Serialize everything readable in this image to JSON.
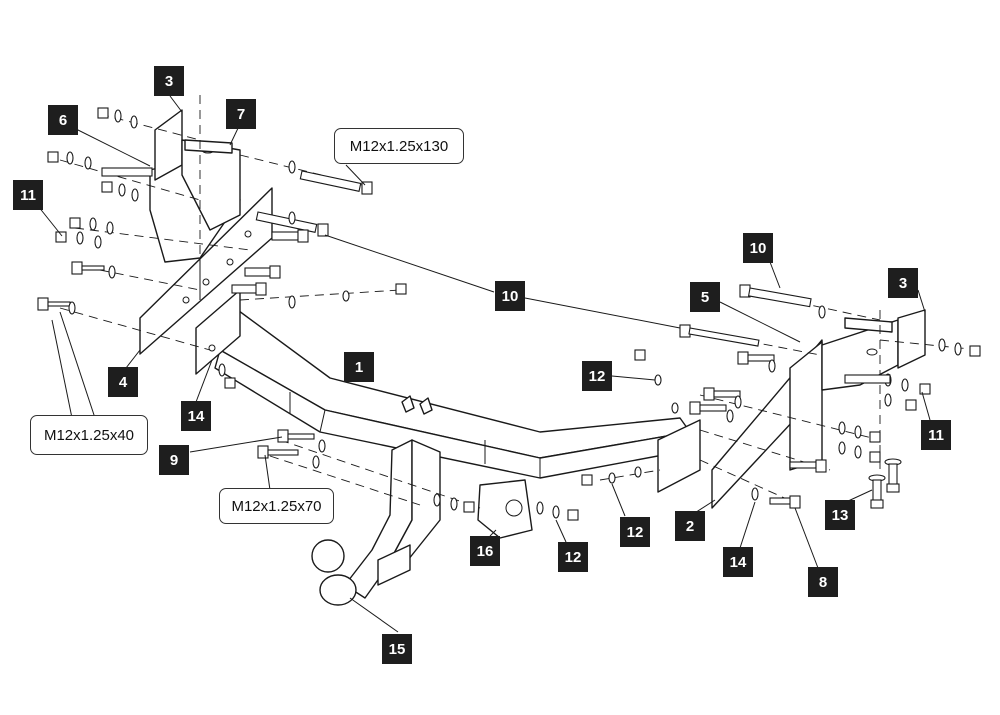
{
  "callouts": {
    "c1": "1",
    "c2": "2",
    "c3a": "3",
    "c3b": "3",
    "c4": "4",
    "c5": "5",
    "c6": "6",
    "c7": "7",
    "c8": "8",
    "c9": "9",
    "c10a": "10",
    "c10b": "10",
    "c11a": "11",
    "c11b": "11",
    "c12a": "12",
    "c12b": "12",
    "c12c": "12",
    "c13": "13",
    "c14a": "14",
    "c14b": "14",
    "c15": "15",
    "c16": "16"
  },
  "specs": {
    "bolt_130": "M12x1.25x130",
    "bolt_40": "M12x1.25x40",
    "bolt_70": "M12x1.25x70"
  }
}
